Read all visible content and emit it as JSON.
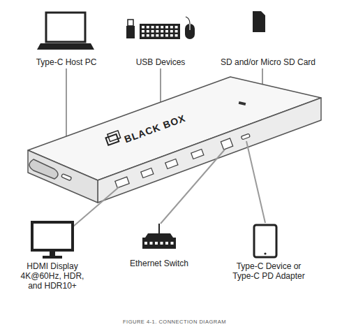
{
  "diagram": {
    "caption": "FIGURE 4-1. CONNECTION DIAGRAM",
    "labels": [
      "Type-C Host PC",
      "USB Devices",
      "SD and/or Micro SD Card",
      "BLACK BOX",
      "HDMI Display 4K@60Hz, HDR, and HDR10+",
      "Ethernet Switch",
      "Type-C Device or Type-C PD Adapter"
    ]
  }
}
